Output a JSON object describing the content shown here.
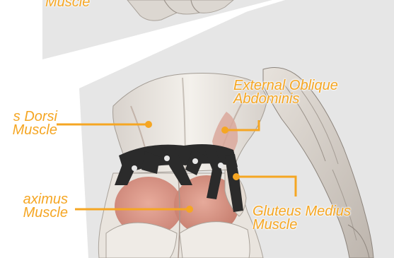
{
  "colors": {
    "accent": "#f5a623",
    "panel": "#e6e6e6",
    "skin_light": "#eeeae4",
    "muscle_red": "#d98a7c",
    "belt": "#2b2b2b"
  },
  "labels": {
    "top_partial": {
      "line1": "Muscle"
    },
    "latissimus": {
      "line1": "s Dorsi",
      "line2": "Muscle"
    },
    "external_oblique": {
      "line1": "External Oblique",
      "line2": "Abdominis"
    },
    "gluteus_maximus": {
      "line1": "aximus",
      "line2": "Muscle"
    },
    "gluteus_medius": {
      "line1": "Gluteus Medius",
      "line2": "Muscle"
    }
  },
  "icons": [
    "muscle-anatomy-illustration",
    "compression-belt-graphic"
  ]
}
